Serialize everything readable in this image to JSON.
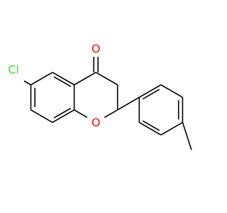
{
  "molecule": {
    "colors": {
      "carbon_bond": "#000000",
      "oxygen": "#ff0d0d",
      "chlorine": "#1ff01f",
      "background": "#ffffff"
    },
    "atoms": {
      "carbonyl_oxygen": "O",
      "ring_oxygen": "O",
      "chlorine": "Cl"
    }
  }
}
